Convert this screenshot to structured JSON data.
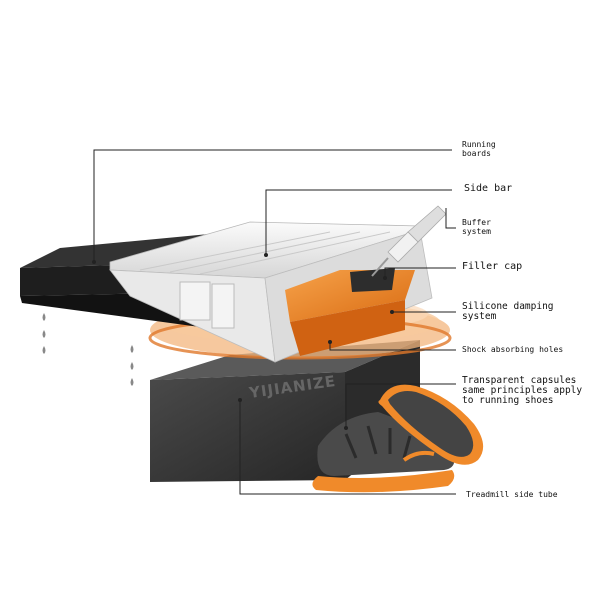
{
  "labels": {
    "running_boards": "Running\nboards",
    "side_bar": "Side bar",
    "buffer_system": "Buffer\nsystem",
    "filler_cap": "Filler cap",
    "silicone_damping": "Silicone damping\nsystem",
    "shock_holes": "Shock absorbing holes",
    "transparent_capsules": "Transparent capsules\nsame principles apply\nto running shoes",
    "side_tube": "Treadmill side tube"
  },
  "brand_text": "YIJIANIZE",
  "colors": {
    "orange": "#f08a2a",
    "tube": "#3a3a3a",
    "board": "#1e1e1e",
    "rail": "#e4e4e4"
  }
}
